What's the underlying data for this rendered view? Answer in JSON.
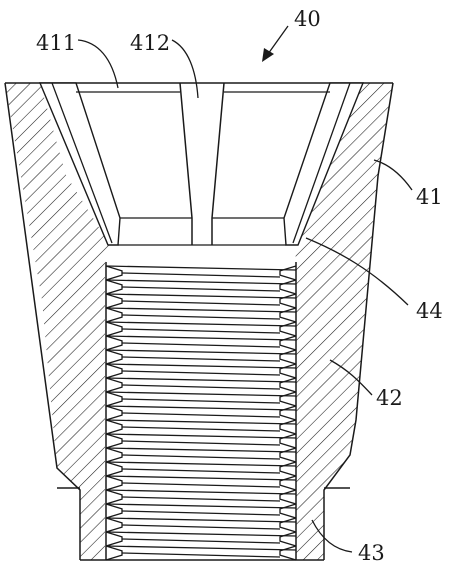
{
  "labels": {
    "assembly": "40",
    "part_411": "411",
    "part_412": "412",
    "part_41": "41",
    "part_44": "44",
    "part_42": "42",
    "part_43": "43"
  },
  "colors": {
    "line": "#1a1a1a",
    "background": "#ffffff"
  }
}
